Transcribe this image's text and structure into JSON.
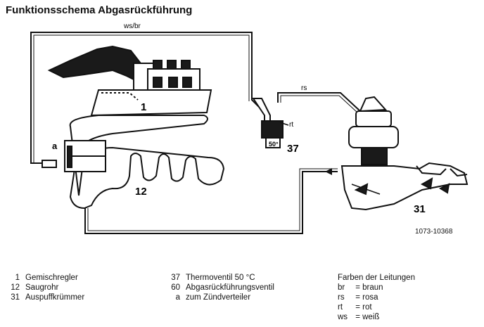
{
  "title": "Funktionsschema Abgasrückführung",
  "figure_number": "1073-10368",
  "line_labels": {
    "top": "ws/br",
    "right": "rs",
    "thermo_connector": "rt"
  },
  "callouts": {
    "c1": "1",
    "c12": "12",
    "c31": "31",
    "c37": "37",
    "ca": "a",
    "thermo_face": "50°"
  },
  "legend_left": [
    {
      "num": "1",
      "text": "Gemischregler"
    },
    {
      "num": "12",
      "text": "Saugrohr"
    },
    {
      "num": "31",
      "text": "Auspuffkrümmer"
    }
  ],
  "legend_mid": [
    {
      "num": "37",
      "text": "Thermoventil 50 °C"
    },
    {
      "num": "60",
      "text": "Abgasrückführungsventil"
    },
    {
      "num": "a",
      "text": "zum Zündverteiler"
    }
  ],
  "colors_title": "Farben der Leitungen",
  "colors": [
    {
      "code": "br",
      "text": "= braun"
    },
    {
      "code": "rs",
      "text": "= rosa"
    },
    {
      "code": "rt",
      "text": "= rot"
    },
    {
      "code": "ws",
      "text": "= weiß"
    }
  ]
}
